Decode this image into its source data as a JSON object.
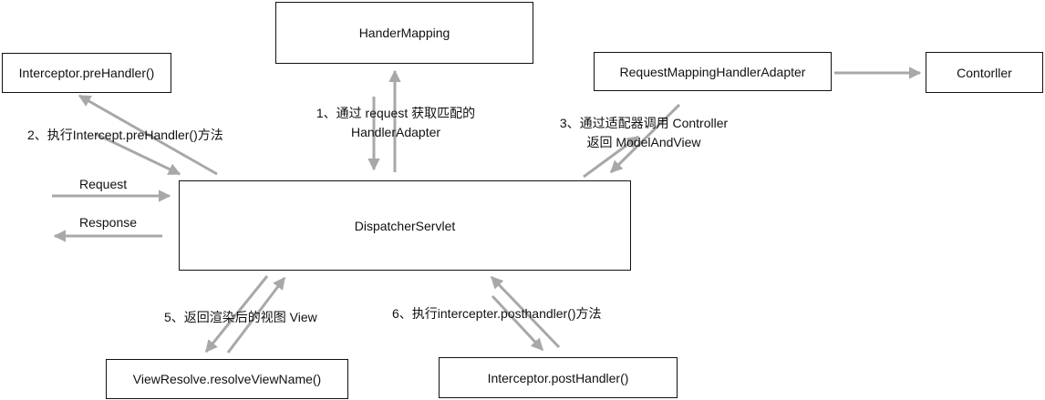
{
  "nodes": {
    "handler_mapping": "HanderMapping",
    "interceptor_pre": "Interceptor.preHandler()",
    "adapter": "RequestMappingHandlerAdapter",
    "controller": "Contorller",
    "dispatcher": "DispatcherServlet",
    "view_resolver": "ViewResolve.resolveViewName()",
    "interceptor_post": "Interceptor.postHandler()"
  },
  "labels": {
    "step1_line1": "1、通过 request 获取匹配的",
    "step1_line2": "HandlerAdapter",
    "step2": "2、执行Intercept.preHandler()方法",
    "step3_line1": "3、通过适配器调用 Controller",
    "step3_line2": "返回 ModelAndView",
    "request": "Request",
    "response": "Response",
    "step5": "5、返回渲染后的视图 View",
    "step6": "6、执行intercepter.posthandler()方法"
  },
  "colors": {
    "arrow": "#a8a8a8",
    "box_border": "#111111",
    "text": "#111111"
  }
}
